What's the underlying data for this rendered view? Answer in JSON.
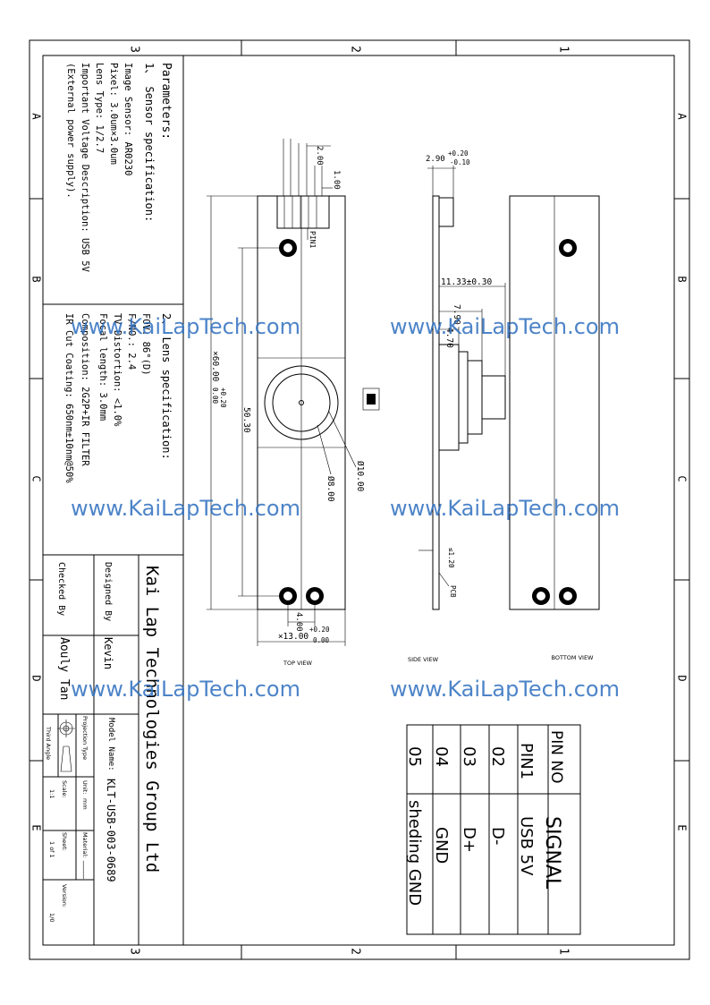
{
  "frame": {
    "col_labels": [
      "3",
      "2",
      "1"
    ],
    "row_labels": [
      "A",
      "B",
      "C",
      "D",
      "E"
    ]
  },
  "params": {
    "heading": "Parameters:",
    "sensor_heading": "1、 Sensor specification:",
    "sensor_lines": [
      "Image Sensor: AR0230",
      "Pixel: 3.0um×3.0um",
      "Lens Type: 1/2.7",
      "Important Voltage Description: USB 5V",
      "(External power supply)."
    ],
    "lens_heading": "2、 Lens specification:",
    "lens_lines": [
      "FOV: 86°(D)",
      "F/NO.: 2.4",
      "TV Distortion: <1.0%",
      "Focal length: 3.0mm",
      "Composition: 2G2P+IR FILTER",
      "IR Cut Coating: 650nm±10nm@50%"
    ]
  },
  "title_block": {
    "company": "Kai Lap Technologies Group Ltd",
    "designed_by_label": "Designed By",
    "designed_by": "Kevin",
    "checked_by_label": "Checked By",
    "checked_by": "Aouly Tan",
    "model_name_label": "Model Name:",
    "model_name": "KLT-USB-003-0689",
    "projection_label": "Projection Type",
    "projection": "Third Angle",
    "unit_label": "Unit:",
    "unit": "mm",
    "material_label": "Material:",
    "material": "_____",
    "scale_label": "Scale:",
    "scale": "1:1",
    "sheet_label": "Sheet:",
    "sheet": "1 of 1",
    "version_label": "Version:",
    "version": "1/0"
  },
  "views": {
    "top": "TOP VIEW",
    "side": "SIDE VIEW",
    "bottom": "BOTTOM VIEW"
  },
  "dims": {
    "d200": "2.00",
    "d100": "1.00",
    "pin1": "PIN1",
    "d290": "2.90",
    "d290_tol_plus": "+0.20",
    "d290_tol_minus": "-0.10",
    "d1133": "11.33±0.30",
    "d790": "7.90",
    "d470": "4.70",
    "d6000": "×60.00",
    "d6000_tol_plus": "+0.20",
    "d6000_tol_minus": "0.00",
    "d5030": "50.30",
    "d800": "Ø8.00",
    "d1000": "Ø10.00",
    "d400": "4.00",
    "d1300": "×13.00",
    "d1300_tol_plus": "+0.20",
    "d1300_tol_minus": "0.00",
    "d120": "≤1.20",
    "pcb": "PCB"
  },
  "pin_table": {
    "headers": [
      "PIN NO",
      "SIGNAL"
    ],
    "rows": [
      [
        "PIN1",
        "USB 5V"
      ],
      [
        "02",
        "D-"
      ],
      [
        "03",
        "D+"
      ],
      [
        "04",
        "GND"
      ],
      [
        "05",
        "sheding GND"
      ]
    ]
  },
  "watermark": "www.KaiLapTech.com"
}
